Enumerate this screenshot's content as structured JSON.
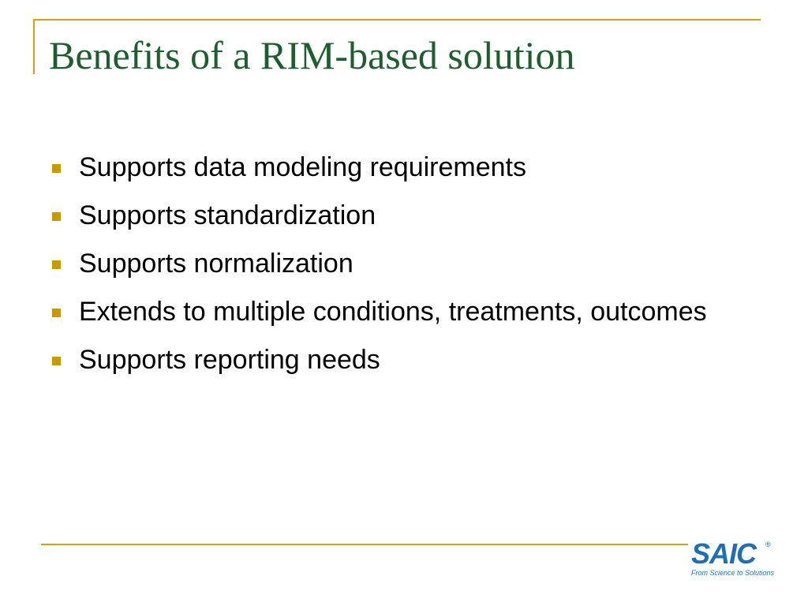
{
  "slide": {
    "title": "Benefits of a RIM-based solution",
    "bullets": [
      "Supports data modeling requirements",
      "Supports standardization",
      "Supports normalization",
      "Extends to multiple conditions, treatments, outcomes",
      "Supports reporting needs"
    ]
  },
  "logo": {
    "mark": "SAIC",
    "registered": "®",
    "tagline": "From Science to Solutions"
  },
  "colors": {
    "title": "#1e5e2e",
    "accent_rule": "#d4a017",
    "bullet_marker": "#c79a00",
    "logo_blue": "#1f6fb2"
  }
}
